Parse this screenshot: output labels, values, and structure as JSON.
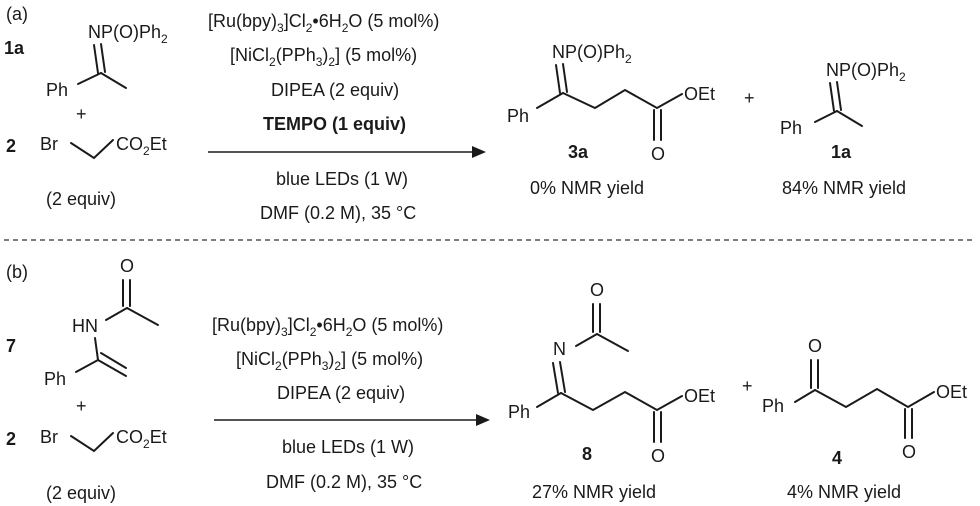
{
  "panel_a": {
    "label": "(a)",
    "reactant_1": {
      "id": "1a",
      "group": "NP(O)Ph",
      "group_sub": "2",
      "substituent": "Ph"
    },
    "plus": "+",
    "reactant_2": {
      "id": "2",
      "br": "Br",
      "ester_pre": "CO",
      "ester_sub": "2",
      "ester_post": "Et",
      "amount": "(2 equiv)"
    },
    "conditions_above": {
      "line1": {
        "pre": "[Ru(bpy)",
        "s1": "3",
        "mid": "]Cl",
        "s2": "2",
        "post": "•6H",
        "s3": "2",
        "end": "O (5 mol%)"
      },
      "line2": {
        "pre": "[NiCl",
        "s1": "2",
        "mid": "(PPh",
        "s2": "3",
        "post": ")",
        "s3": "2",
        "end": "] (5 mol%)"
      },
      "line3": "DIPEA (2 equiv)",
      "line4": "TEMPO (1 equiv)"
    },
    "conditions_below": {
      "line1": "blue LEDs (1 W)",
      "line2": "DMF (0.2 M), 35 °C"
    },
    "product_1": {
      "group": "NP(O)Ph",
      "group_sub": "2",
      "substituent": "Ph",
      "oet": "OEt",
      "o": "O",
      "id": "3a",
      "yield": "0% NMR yield"
    },
    "plus2": "+",
    "product_2": {
      "group": "NP(O)Ph",
      "group_sub": "2",
      "substituent": "Ph",
      "id": "1a",
      "yield": "84% NMR yield"
    }
  },
  "panel_b": {
    "label": "(b)",
    "reactant_1": {
      "id": "7",
      "o": "O",
      "hn": "HN",
      "substituent": "Ph"
    },
    "plus": "+",
    "reactant_2": {
      "id": "2",
      "br": "Br",
      "ester_pre": "CO",
      "ester_sub": "2",
      "ester_post": "Et",
      "amount": "(2 equiv)"
    },
    "conditions_above": {
      "line1": {
        "pre": "[Ru(bpy)",
        "s1": "3",
        "mid": "]Cl",
        "s2": "2",
        "post": "•6H",
        "s3": "2",
        "end": "O (5 mol%)"
      },
      "line2": {
        "pre": "[NiCl",
        "s1": "2",
        "mid": "(PPh",
        "s2": "3",
        "post": ")",
        "s3": "2",
        "end": "] (5 mol%)"
      },
      "line3": "DIPEA (2 equiv)"
    },
    "conditions_below": {
      "line1": "blue LEDs (1 W)",
      "line2": "DMF (0.2 M), 35 °C"
    },
    "product_1": {
      "o": "O",
      "n": "N",
      "substituent": "Ph",
      "oet": "OEt",
      "o2": "O",
      "id": "8",
      "yield": "27% NMR yield"
    },
    "plus2": "+",
    "product_2": {
      "o": "O",
      "substituent": "Ph",
      "oet": "OEt",
      "o2": "O",
      "id": "4",
      "yield": "4% NMR yield"
    }
  }
}
